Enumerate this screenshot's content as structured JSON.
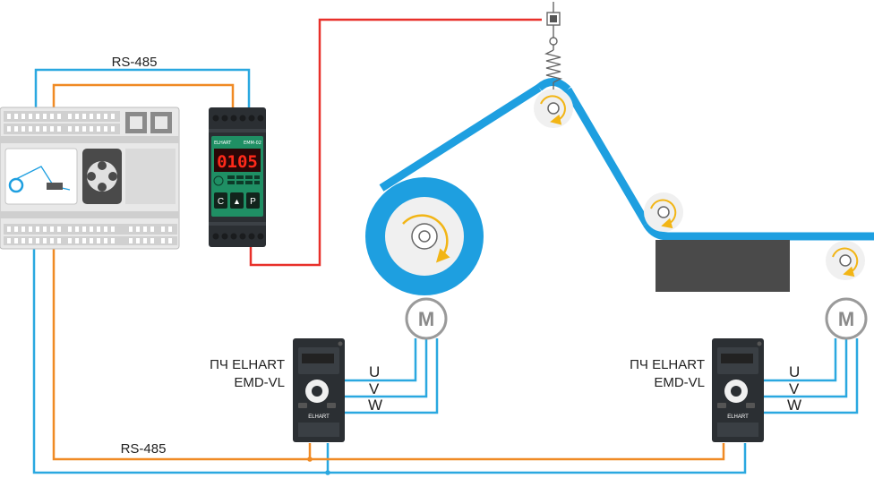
{
  "wires": {
    "rs485_top_label": "RS-485",
    "rs485_bottom_label": "RS-485"
  },
  "controller": {
    "brand": "ELHART",
    "model": "EMM-02",
    "display_value": "0105",
    "buttons": [
      "C",
      "▲",
      "P"
    ]
  },
  "vfd_left": {
    "title_line1": "ПЧ ELHART",
    "title_line2": "EMD-VL",
    "brand": "ELHART",
    "phases": [
      "U",
      "V",
      "W"
    ]
  },
  "vfd_right": {
    "title_line1": "ПЧ ELHART",
    "title_line2": "EMD-VL",
    "brand": "ELHART",
    "phases": [
      "U",
      "V",
      "W"
    ]
  },
  "motors": {
    "left_label": "M",
    "right_label": "M"
  },
  "colors": {
    "blue_wire": "#2aa8e0",
    "orange_wire": "#f08a24",
    "red_wire": "#e8302a",
    "web": "#1e9fe0",
    "roller_arrow": "#f2b515",
    "device_dark": "#2b2f33",
    "plc_gray": "#e6e6e6"
  }
}
